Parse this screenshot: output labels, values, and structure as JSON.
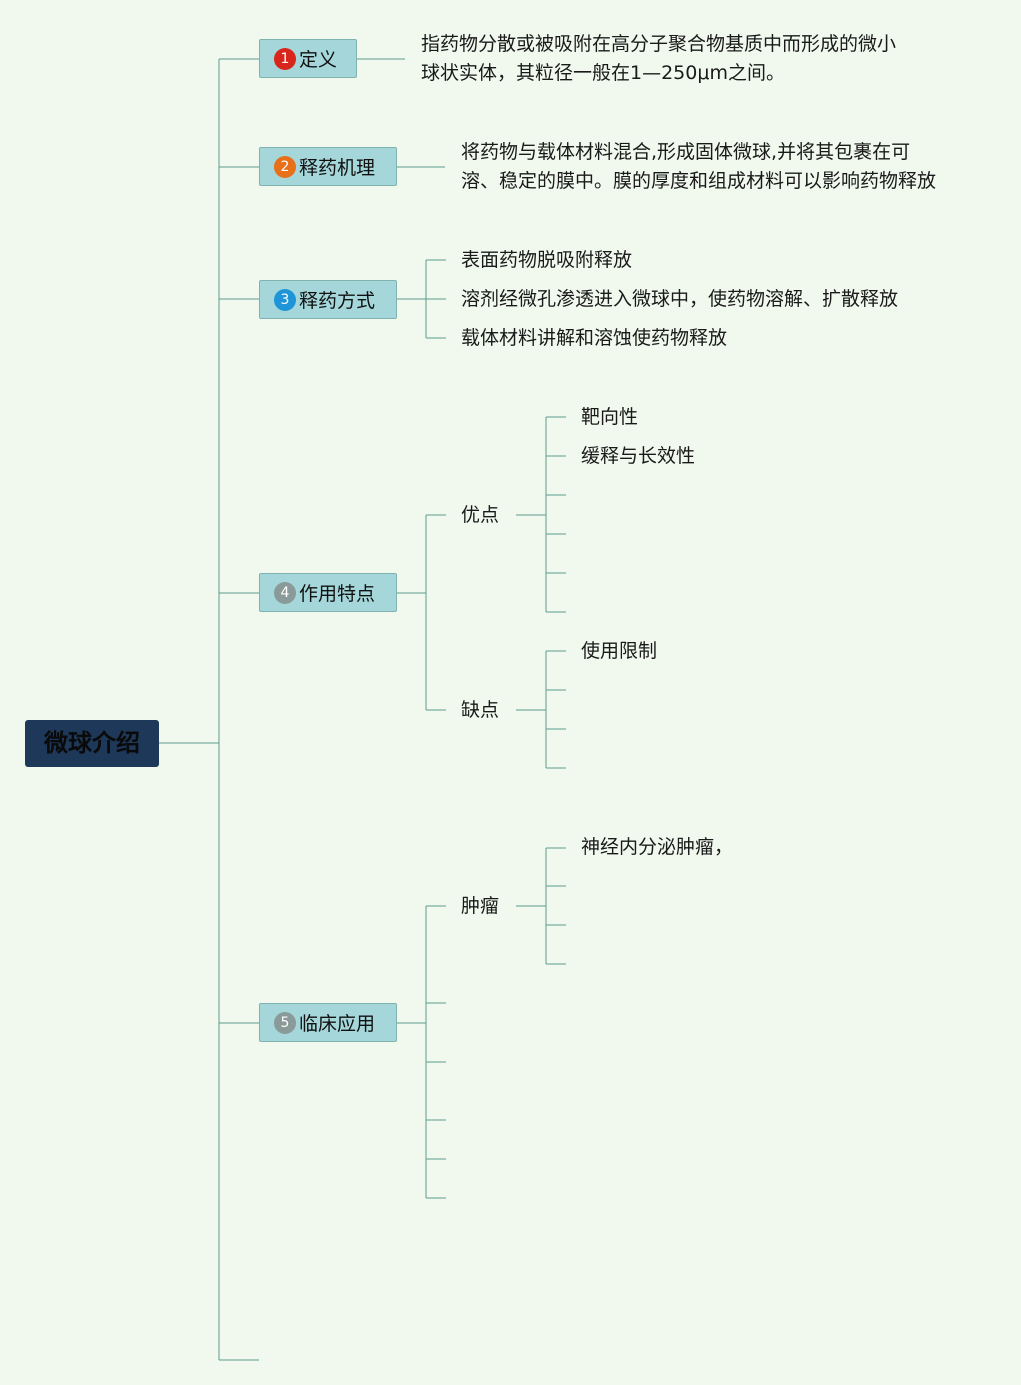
{
  "root": {
    "label": "微球介绍"
  },
  "topics": [
    {
      "number": "1",
      "label": "定义",
      "badge_color": "#d9261c",
      "content": [
        "指药物分散或被吸附在高分子聚合物基质中而形成的微小",
        "球状实体，其粒径一般在1—250μm之间。"
      ]
    },
    {
      "number": "2",
      "label": "释药机理",
      "badge_color": "#e8701a",
      "content": [
        "将药物与载体材料混合,形成固体微球,并将其包裹在可",
        "溶、稳定的膜中。膜的厚度和组成材料可以影响药物释放"
      ]
    },
    {
      "number": "3",
      "label": "释药方式",
      "badge_color": "#1e95d8",
      "items": [
        "表面药物脱吸附释放",
        "溶剂经微孔渗透进入微球中，使药物溶解、扩散释放",
        "载体材料讲解和溶蚀使药物释放"
      ]
    },
    {
      "number": "4",
      "label": "作用特点",
      "badge_color": "#8a9a98",
      "groups": [
        {
          "label": "优点",
          "items": [
            "靶向性",
            "缓释与长效性"
          ]
        },
        {
          "label": "缺点",
          "items": [
            "使用限制"
          ]
        }
      ]
    },
    {
      "number": "5",
      "label": "临床应用",
      "badge_color": "#8a9a98",
      "groups": [
        {
          "label": "肿瘤",
          "items": [
            "神经内分泌肿瘤，"
          ]
        }
      ]
    }
  ],
  "colors": {
    "line": "#5d9c8e",
    "background": "#f1f9ef",
    "topic_fill": "#a4d6da",
    "root_fill": "#1e3859"
  }
}
